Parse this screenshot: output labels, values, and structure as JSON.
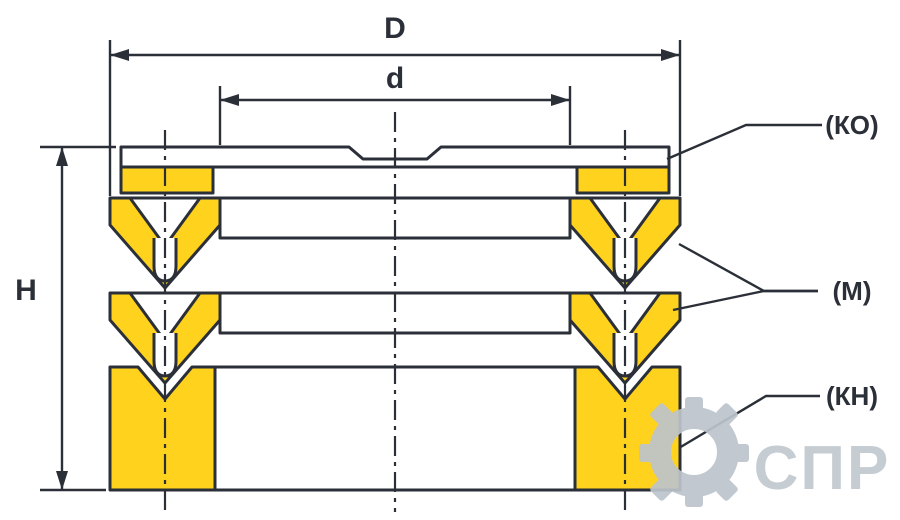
{
  "diagram": {
    "title": "chevron-packing-set-cross-section",
    "dimensions": {
      "outer_diameter": "D",
      "inner_diameter": "d",
      "height": "H"
    },
    "part_labels": {
      "top_ring": "(КО)",
      "seal_rings": "(М)",
      "bottom_ring": "(КН)"
    },
    "watermark": {
      "icon": "gear-icon",
      "text": "СПР"
    },
    "colors": {
      "part_fill_yellow": "#FFD21E",
      "outline": "#2B2F38",
      "watermark_gray": "#BDC4CC",
      "background": "#FFFFFF"
    }
  }
}
